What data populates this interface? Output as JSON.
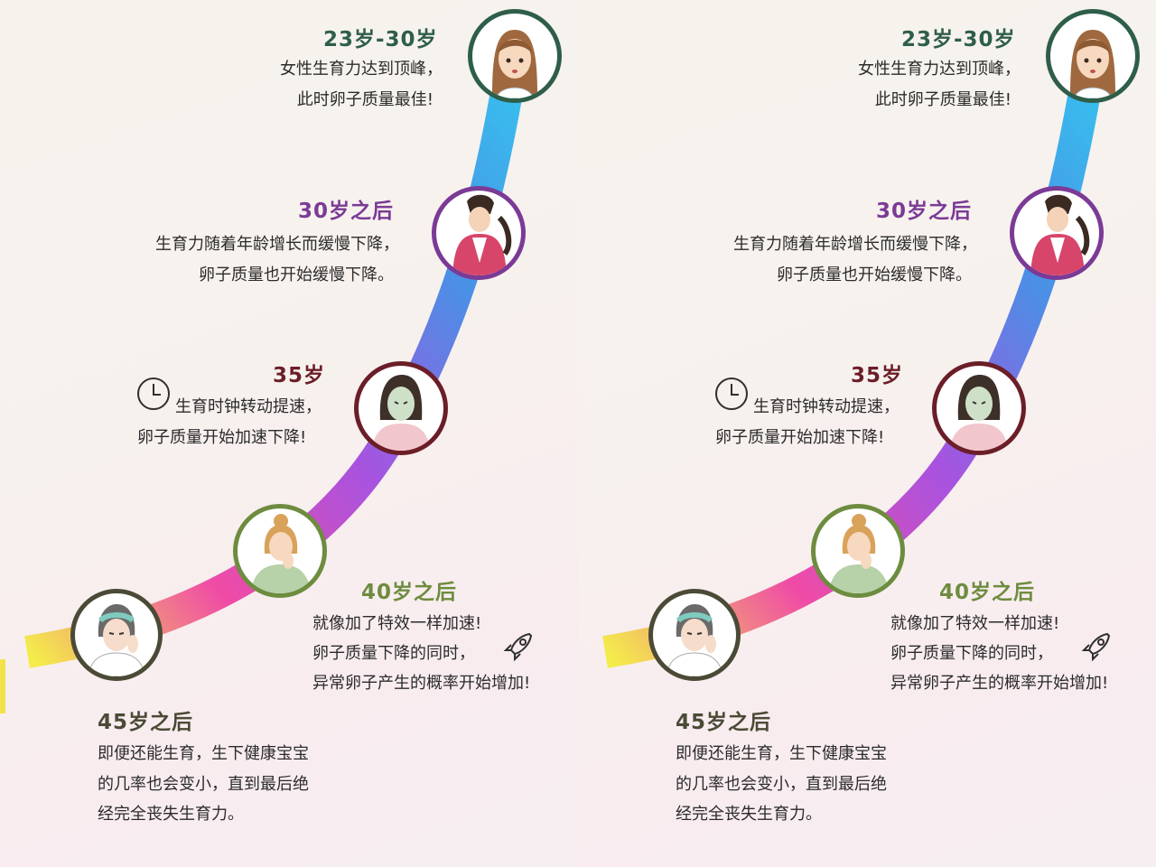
{
  "stages": [
    {
      "title": "23岁-30岁",
      "lines": [
        "女性生育力达到顶峰，",
        "此时卵子质量最佳!"
      ],
      "color": "#2e5e4a"
    },
    {
      "title": "30岁之后",
      "lines": [
        "生育力随着年龄增长而缓慢下降，",
        "卵子质量也开始缓慢下降。"
      ],
      "color": "#7b3a96"
    },
    {
      "title": "35岁",
      "lines": [
        "生育时钟转动提速，",
        "卵子质量开始加速下降!"
      ],
      "color": "#6b1e28"
    },
    {
      "title": "40岁之后",
      "lines": [
        "就像加了特效一样加速!",
        "卵子质量下降的同时，",
        "异常卵子产生的概率开始增加!"
      ],
      "color": "#6e8c3f"
    },
    {
      "title": "45岁之后",
      "lines": [
        "即便还能生育，生下健康宝宝",
        "的几率也会变小，直到最后绝",
        "经完全丧失生育力。"
      ],
      "color": "#4a4a36"
    }
  ],
  "icons": {
    "clock": "clock-icon",
    "rocket": "rocket-icon"
  },
  "curve_colors": [
    "#f4ec4a",
    "#ef4ba6",
    "#a753e0",
    "#4b8fe6",
    "#35c4ee"
  ]
}
